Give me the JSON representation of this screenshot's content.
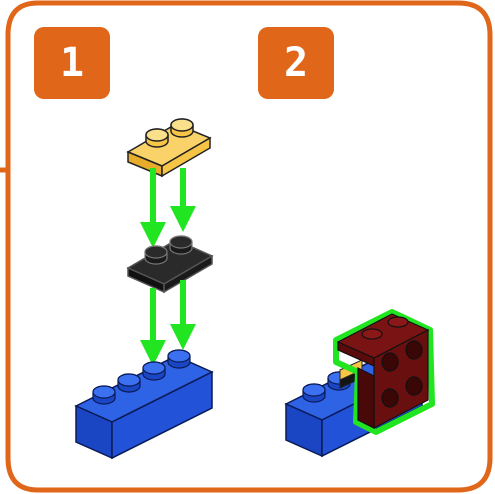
{
  "steps": [
    {
      "number": "1"
    },
    {
      "number": "2"
    }
  ],
  "colors": {
    "frame": "#e0661a",
    "badge": "#e0661a",
    "arrow": "#22e522",
    "plate_yellow": "#f7c545",
    "plate_black": "#151515",
    "brick_blue": "#1f4fd8",
    "bracket_dark_red": "#6a0f0f",
    "highlight_outline": "#22e522"
  },
  "icons": [
    "yellow-1x2-plate",
    "black-1x2-plate",
    "blue-1x4-brick",
    "dark-red-bracket",
    "down-arrow-icon"
  ]
}
